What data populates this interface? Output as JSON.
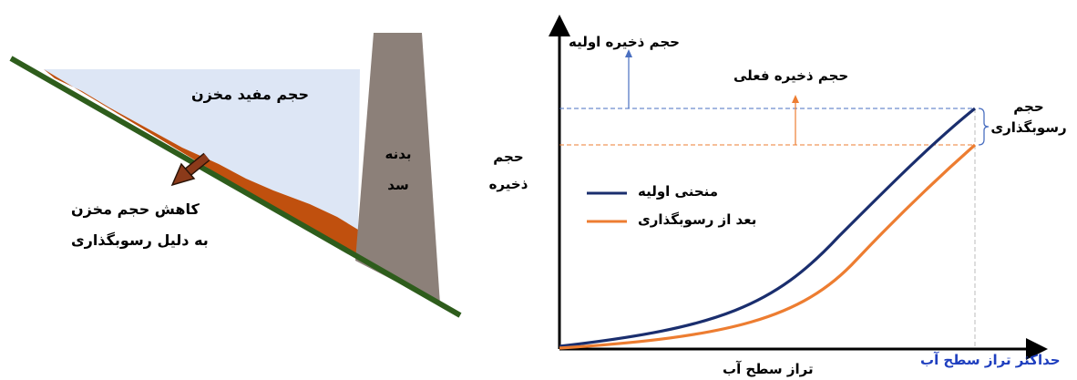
{
  "reservoir": {
    "useful_volume_label": "حجم مفید مخزن",
    "dam_body_line1": "بدنه",
    "dam_body_line2": "سد",
    "reduction_line1": "کاهش حجم مخزن",
    "reduction_line2": "به دلیل رسوبگذاری",
    "colors": {
      "water": "#dde6f5",
      "sediment": "#c0500e",
      "ground": "#2e5d1c",
      "dam": "#8c8079",
      "arrow": "#8b3a1a"
    }
  },
  "curve_chart": {
    "ylabel_line1": "حجم",
    "ylabel_line2": "ذخیره",
    "xlabel": "تراز سطح آب",
    "x_max_label": "حداکثر تراز سطح آب",
    "initial_storage_label": "حجم ذخیره اولیه",
    "current_storage_label": "حجم ذخیره فعلی",
    "sedimentation_volume_line1": "حجم",
    "sedimentation_volume_line2": "رسوبگذاری",
    "legend": [
      {
        "label": "منحنی اولیه",
        "color": "#1a2e6e"
      },
      {
        "label": "بعد از رسوبگذاری",
        "color": "#ed7d31"
      }
    ]
  }
}
